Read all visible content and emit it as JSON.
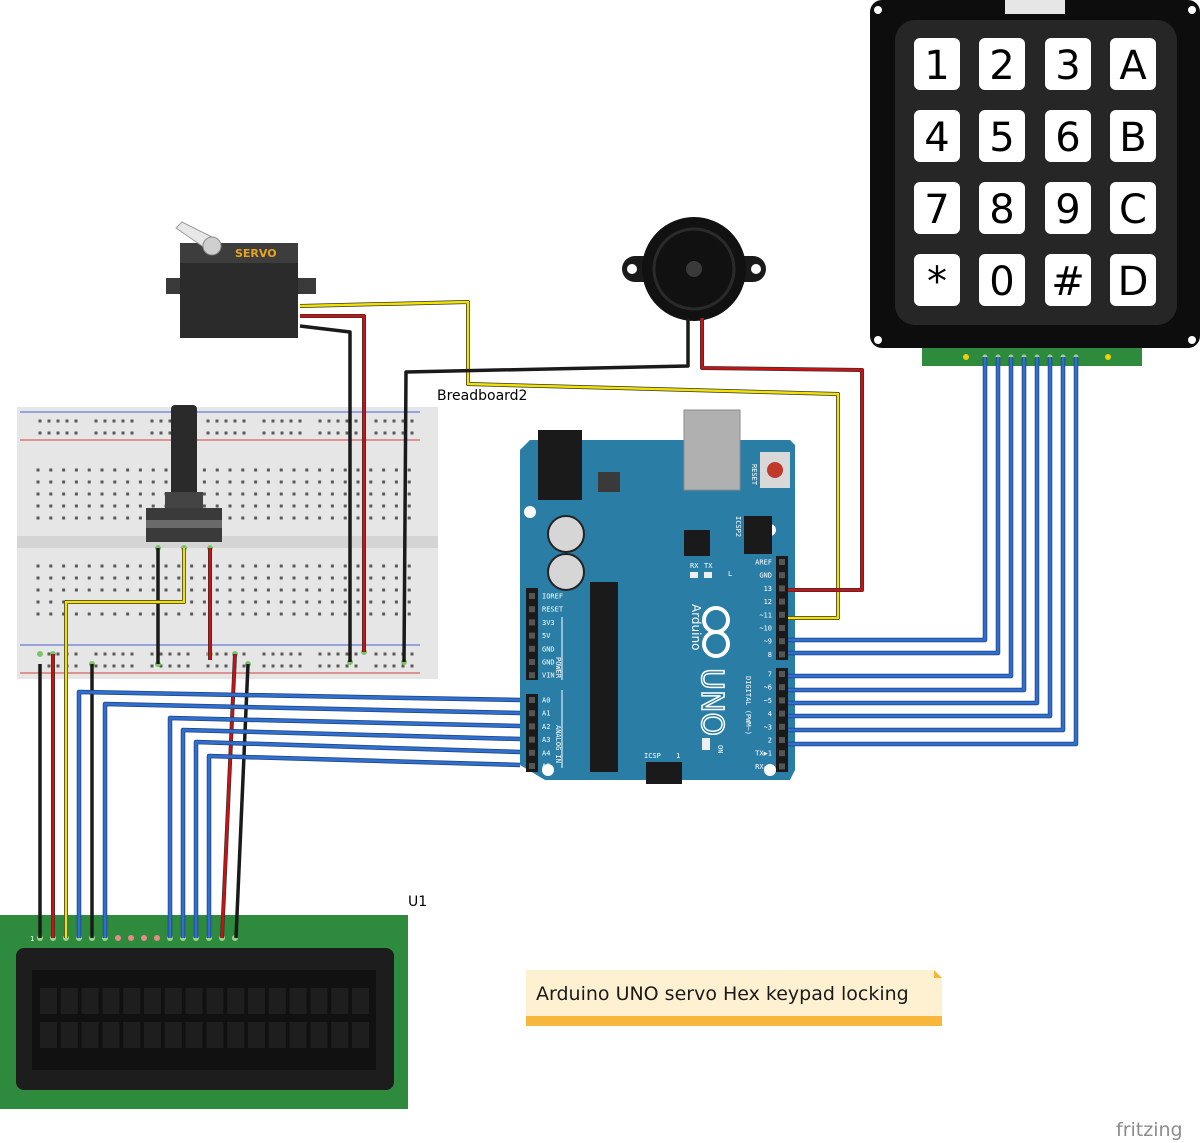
{
  "labels": {
    "breadboard": "Breadboard2",
    "lcd": "U1",
    "lcd_pin1": "1",
    "servo": "SERVO",
    "note": "Arduino UNO servo Hex keypad locking",
    "brand": "fritzing"
  },
  "keypad": {
    "keys": [
      "1",
      "2",
      "3",
      "A",
      "4",
      "5",
      "6",
      "B",
      "7",
      "8",
      "9",
      "C",
      "*",
      "0",
      "#",
      "D"
    ]
  },
  "arduino": {
    "name": "Arduino",
    "model": "UNO",
    "reset": "RESET",
    "icsp2": "ICSP2",
    "icsp": "ICSP",
    "icsp_pin": "1",
    "on": "ON",
    "tx": "TX",
    "rx": "RX",
    "l": "L",
    "power_header": "POWER",
    "analog_header": "ANALOG IN",
    "digital_header": "DIGITAL (PWM~)",
    "power_pins": [
      "IOREF",
      "RESET",
      "3V3",
      "5V",
      "GND",
      "GND",
      "VIN"
    ],
    "analog_pins": [
      "A0",
      "A1",
      "A2",
      "A3",
      "A4",
      "A5"
    ],
    "digital_top": [
      "AREF",
      "GND",
      "13",
      "12",
      "~11",
      "~10",
      "~9",
      "8"
    ],
    "digital_bottom": [
      "7",
      "~6",
      "~5",
      "4",
      "~3",
      "2",
      "TX▶1",
      "RX◀0"
    ]
  },
  "colors": {
    "wire_blue": "#2f6fd0",
    "wire_red": "#d01010",
    "wire_black": "#1a1a1a",
    "wire_yellow": "#f2e200",
    "arduino_board": "#2a7ea6",
    "lcd_board": "#2e8a3c",
    "note_bg": "#fdf1d2",
    "note_bar": "#f6b73c"
  }
}
